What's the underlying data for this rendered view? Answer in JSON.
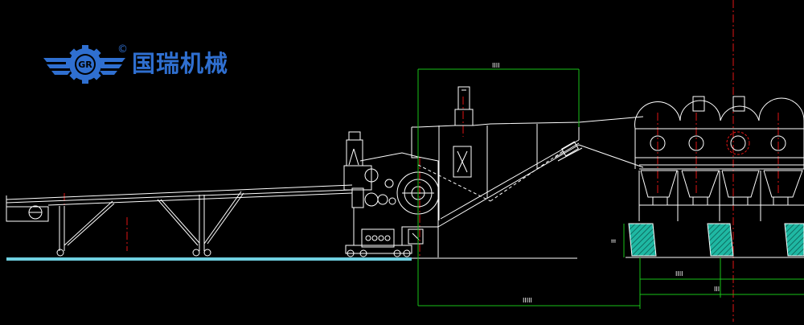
{
  "logo": {
    "badge_text": "GR",
    "registered_mark": "©",
    "brand_name": "国瑞机械",
    "brand_color": "#2f6fd0"
  },
  "dimensions": {
    "dim_1": "IIIII",
    "dim_2": "IIII",
    "dim_3": "IIII",
    "dim_4": "III",
    "dim_5": "II"
  },
  "colors": {
    "background": "#000000",
    "line": "#ffffff",
    "dimension_line": "#19c219",
    "center_line": "#e01414",
    "foundation_fill": "#1fb8a3",
    "ground_line": "#6fd0e0"
  }
}
